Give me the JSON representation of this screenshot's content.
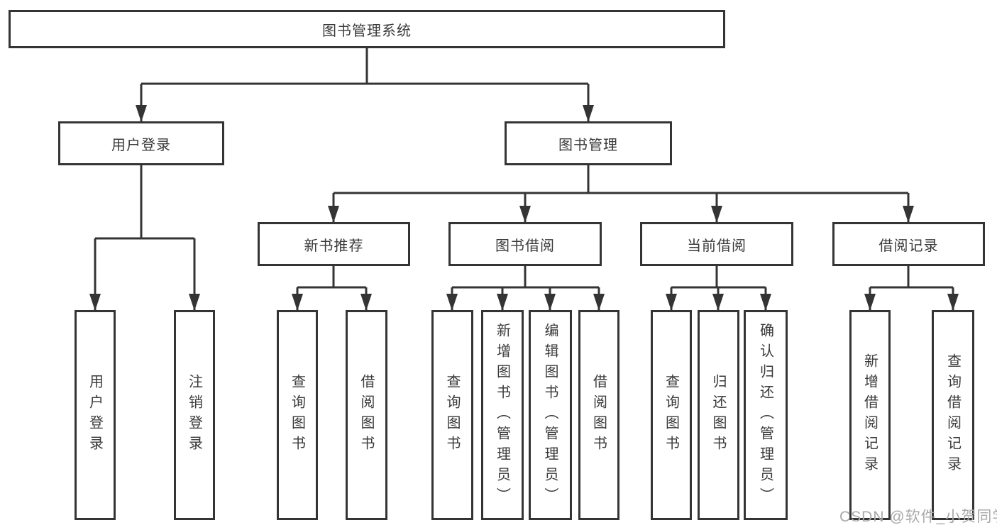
{
  "diagram_title": "图书管理系统",
  "tree": {
    "label": "图书管理系统",
    "children": [
      {
        "label": "用户登录",
        "children": [
          {
            "label": "用户登录"
          },
          {
            "label": "注销登录"
          }
        ]
      },
      {
        "label": "图书管理",
        "children": [
          {
            "label": "新书推荐",
            "children": [
              {
                "label": "查询图书"
              },
              {
                "label": "借阅图书"
              }
            ]
          },
          {
            "label": "图书借阅",
            "children": [
              {
                "label": "查询图书"
              },
              {
                "label": "新增图书（管理员）"
              },
              {
                "label": "编辑图书（管理员）"
              },
              {
                "label": "借阅图书"
              }
            ]
          },
          {
            "label": "当前借阅",
            "children": [
              {
                "label": "查询图书"
              },
              {
                "label": "归还图书"
              },
              {
                "label": "确认归还（管理员）"
              }
            ]
          },
          {
            "label": "借阅记录",
            "children": [
              {
                "label": "新增借阅记录"
              },
              {
                "label": "查询借阅记录"
              }
            ]
          }
        ]
      }
    ]
  },
  "watermark": {
    "text": "CSDN @软件_小贺同学"
  },
  "colors": {
    "line": "#343434",
    "box_border": "#343434",
    "text": "#3a3a3a",
    "watermark": "#a9a9a9",
    "background": "#ffffff"
  }
}
